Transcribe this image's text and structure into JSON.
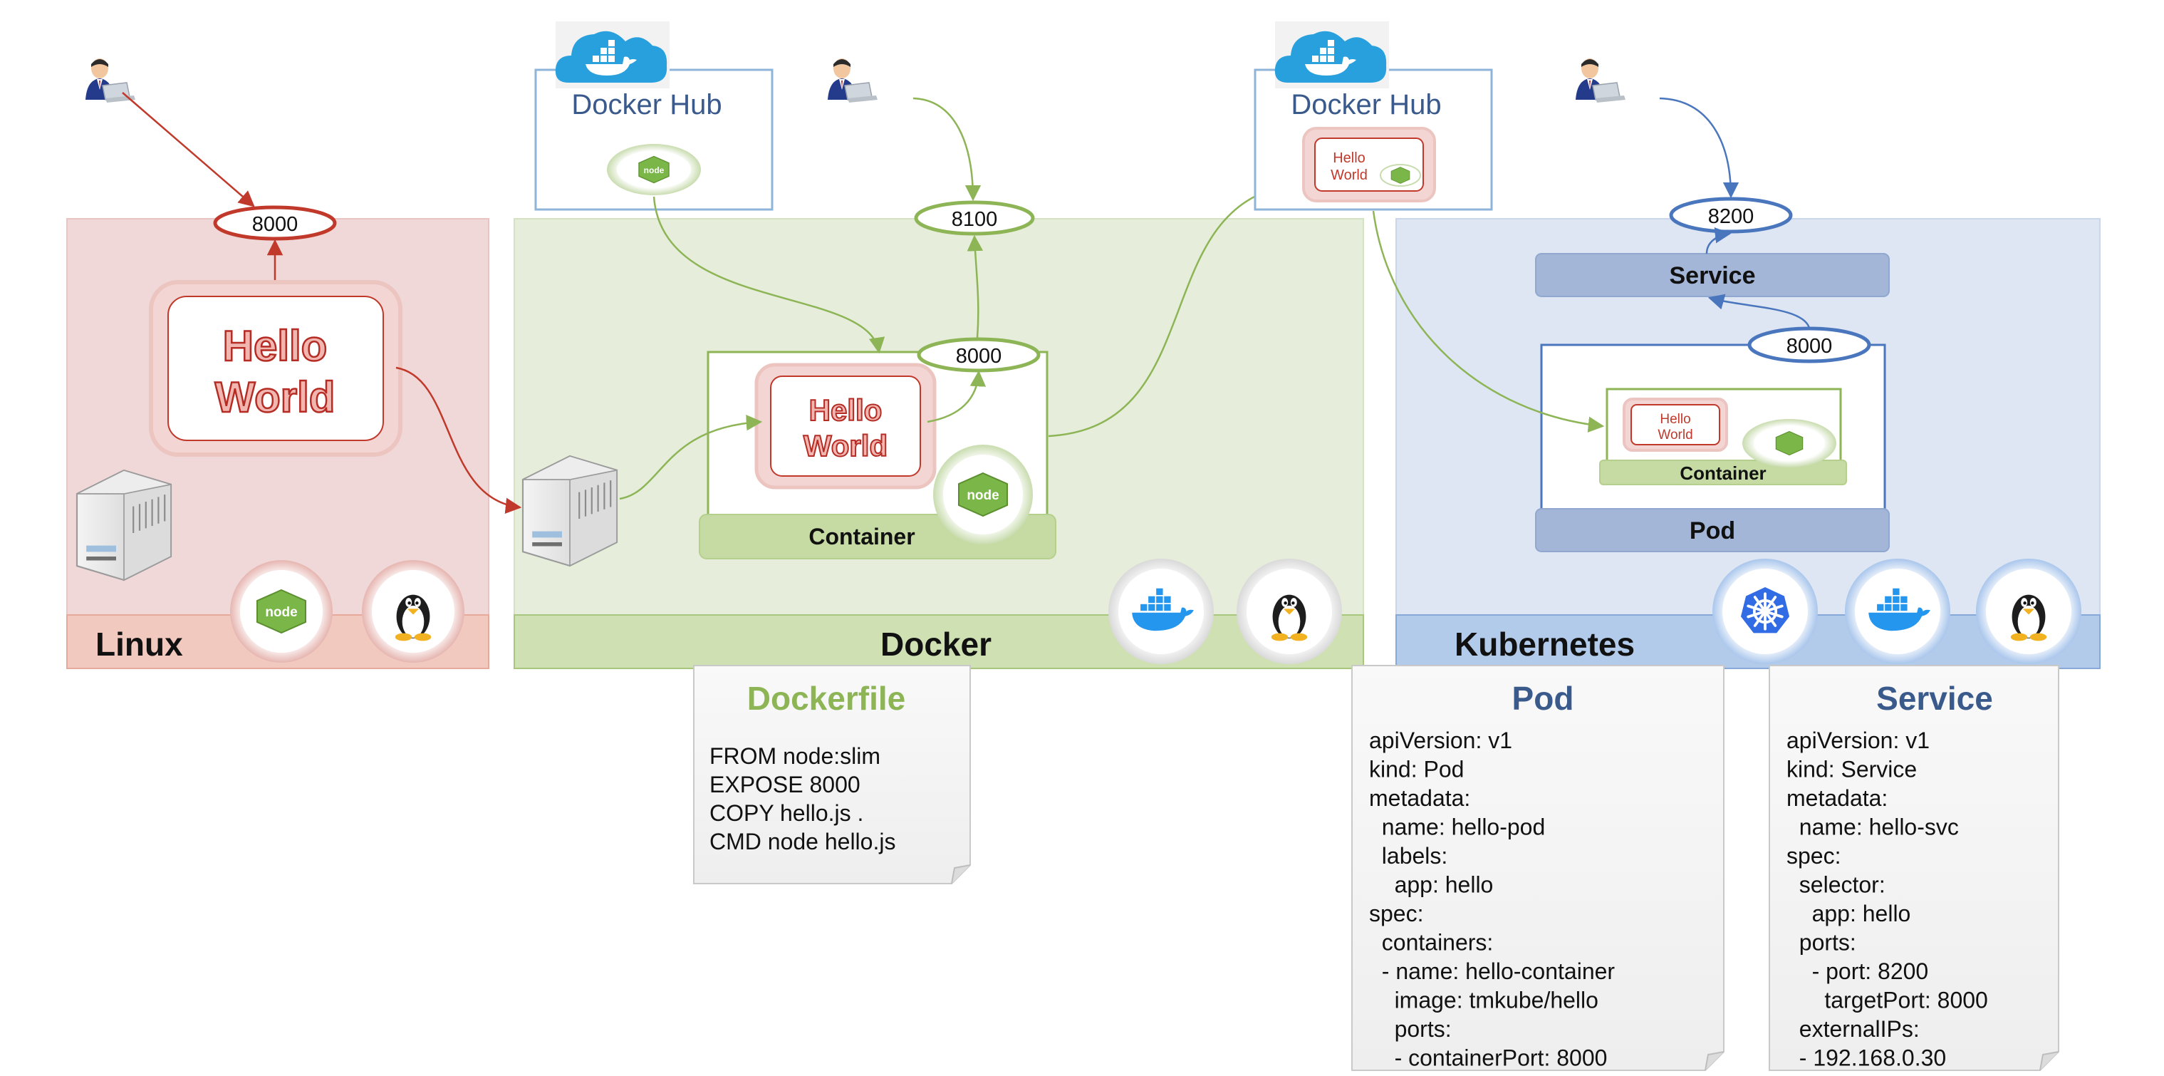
{
  "panels": {
    "linux": {
      "label": "Linux"
    },
    "docker": {
      "label": "Docker"
    },
    "kubernetes": {
      "label": "Kubernetes"
    }
  },
  "docker_hub": {
    "label": "Docker Hub"
  },
  "ports": {
    "linux_host": "8000",
    "docker_host": "8100",
    "docker_container": "8000",
    "k8s_service": "8200",
    "k8s_pod": "8000"
  },
  "hello_world": {
    "line1": "Hello",
    "line2": "World"
  },
  "labels": {
    "container": "Container",
    "service": "Service",
    "pod": "Pod"
  },
  "node_logo": {
    "text": "node"
  },
  "dockerfile": {
    "title": "Dockerfile",
    "lines": [
      "FROM node:slim",
      "EXPOSE 8000",
      "COPY hello.js .",
      "CMD node hello.js"
    ]
  },
  "pod_yaml": {
    "title": "Pod",
    "lines": [
      "apiVersion: v1",
      "kind: Pod",
      "metadata:",
      "  name: hello-pod",
      "  labels:",
      "    app: hello",
      "spec:",
      "  containers:",
      "  - name: hello-container",
      "    image: tmkube/hello",
      "    ports:",
      "    - containerPort: 8000"
    ]
  },
  "service_yaml": {
    "title": "Service",
    "lines": [
      "apiVersion: v1",
      "kind: Service",
      "metadata:",
      "  name: hello-svc",
      "spec:",
      "  selector:",
      "    app: hello",
      "  ports:",
      "    - port: 8200",
      "      targetPort: 8000",
      "  externalIPs:",
      "  - 192.168.0.30"
    ]
  },
  "colors": {
    "linux_bg": "#f0d8d8",
    "linux_bar": "#eebcb4",
    "red_accent": "#c0392b",
    "docker_bg": "#e6eedb",
    "docker_bar": "#c6dba4",
    "green_accent": "#8db556",
    "k8s_bg": "#dde6f2",
    "k8s_bar": "#a9c3e6",
    "blue_accent": "#4a76bd",
    "bar_fill": "#a3b6d8",
    "green_title": "#8db556",
    "blue_title": "#3b5a8c"
  },
  "icons": [
    "user-icon",
    "server-icon",
    "node-icon",
    "tux-icon",
    "docker-whale-icon",
    "cloud-icon",
    "kubernetes-helm-icon"
  ]
}
